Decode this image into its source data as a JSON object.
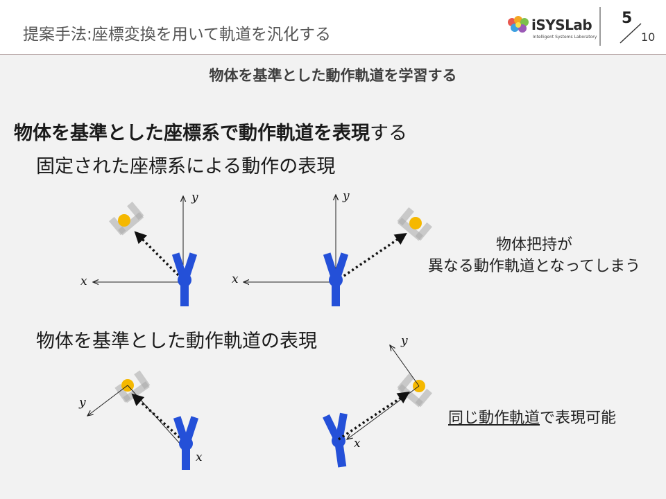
{
  "header": {
    "title": "提案手法:座標変換を用いて軌道を汎化する",
    "logo": {
      "name": "iSYSLab",
      "subtitle": "Intelligent Systems Laboratory"
    },
    "page": {
      "current": "5",
      "total": "10"
    }
  },
  "subtitle": "物体を基準とした動作軌道を学習する",
  "main_point": {
    "bold": "物体を基準とした座標系で動作軌道を表現",
    "rest": "する"
  },
  "section_fixed": {
    "heading": "固定された座標系による動作の表現",
    "note_line1": "物体把持が",
    "note_line2": "異なる動作軌道となってしまう"
  },
  "section_object": {
    "heading": "物体を基準とした動作軌道の表現",
    "note_underlined": "同じ動作軌道",
    "note_rest": "で表現可能"
  },
  "axes": {
    "x": "x",
    "y": "y"
  },
  "colors": {
    "gripper": "#2450d8",
    "object": "#f5b800",
    "ghost": "#9a9a9a",
    "header_line": "#b9a9a9"
  }
}
